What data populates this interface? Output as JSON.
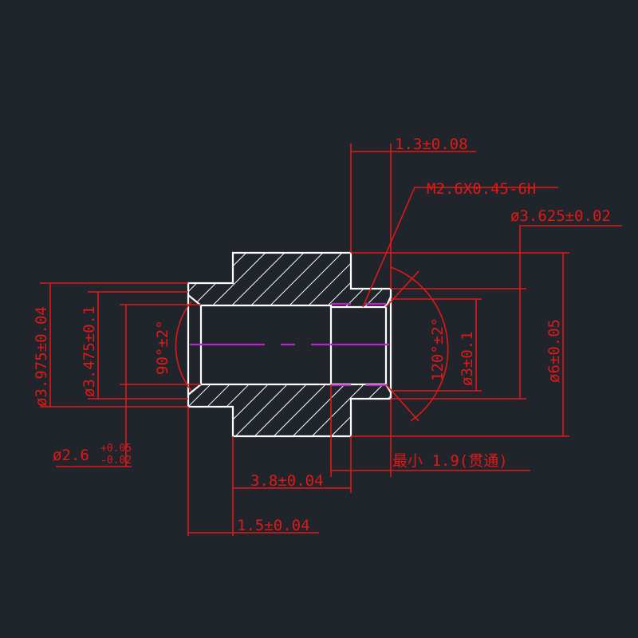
{
  "drawing": {
    "dimensions": {
      "flange_length": "1.3±0.08",
      "thread": "M2.6X0.45-6H",
      "dia_3625": "ø3.625±0.02",
      "dia_3975": "ø3.975±0.04",
      "dia_3475": "ø3.475±0.1",
      "angle_left": "90°±2°",
      "angle_right": "120°±2°",
      "dia_3": "ø3±0.1",
      "dia_6": "ø6±0.05",
      "dia_26": "ø2.6",
      "dia_26_upper_tol": "+0.05",
      "dia_26_lower_tol": "-0.02",
      "thread_depth": "最小  1.9(贯通)",
      "length_38": "3.8±0.04",
      "length_15": "1.5±0.04"
    },
    "colors": {
      "background": "#20252c",
      "dimension": "#e01818",
      "outline": "#ffffff",
      "centerline": "#c020c8"
    }
  }
}
